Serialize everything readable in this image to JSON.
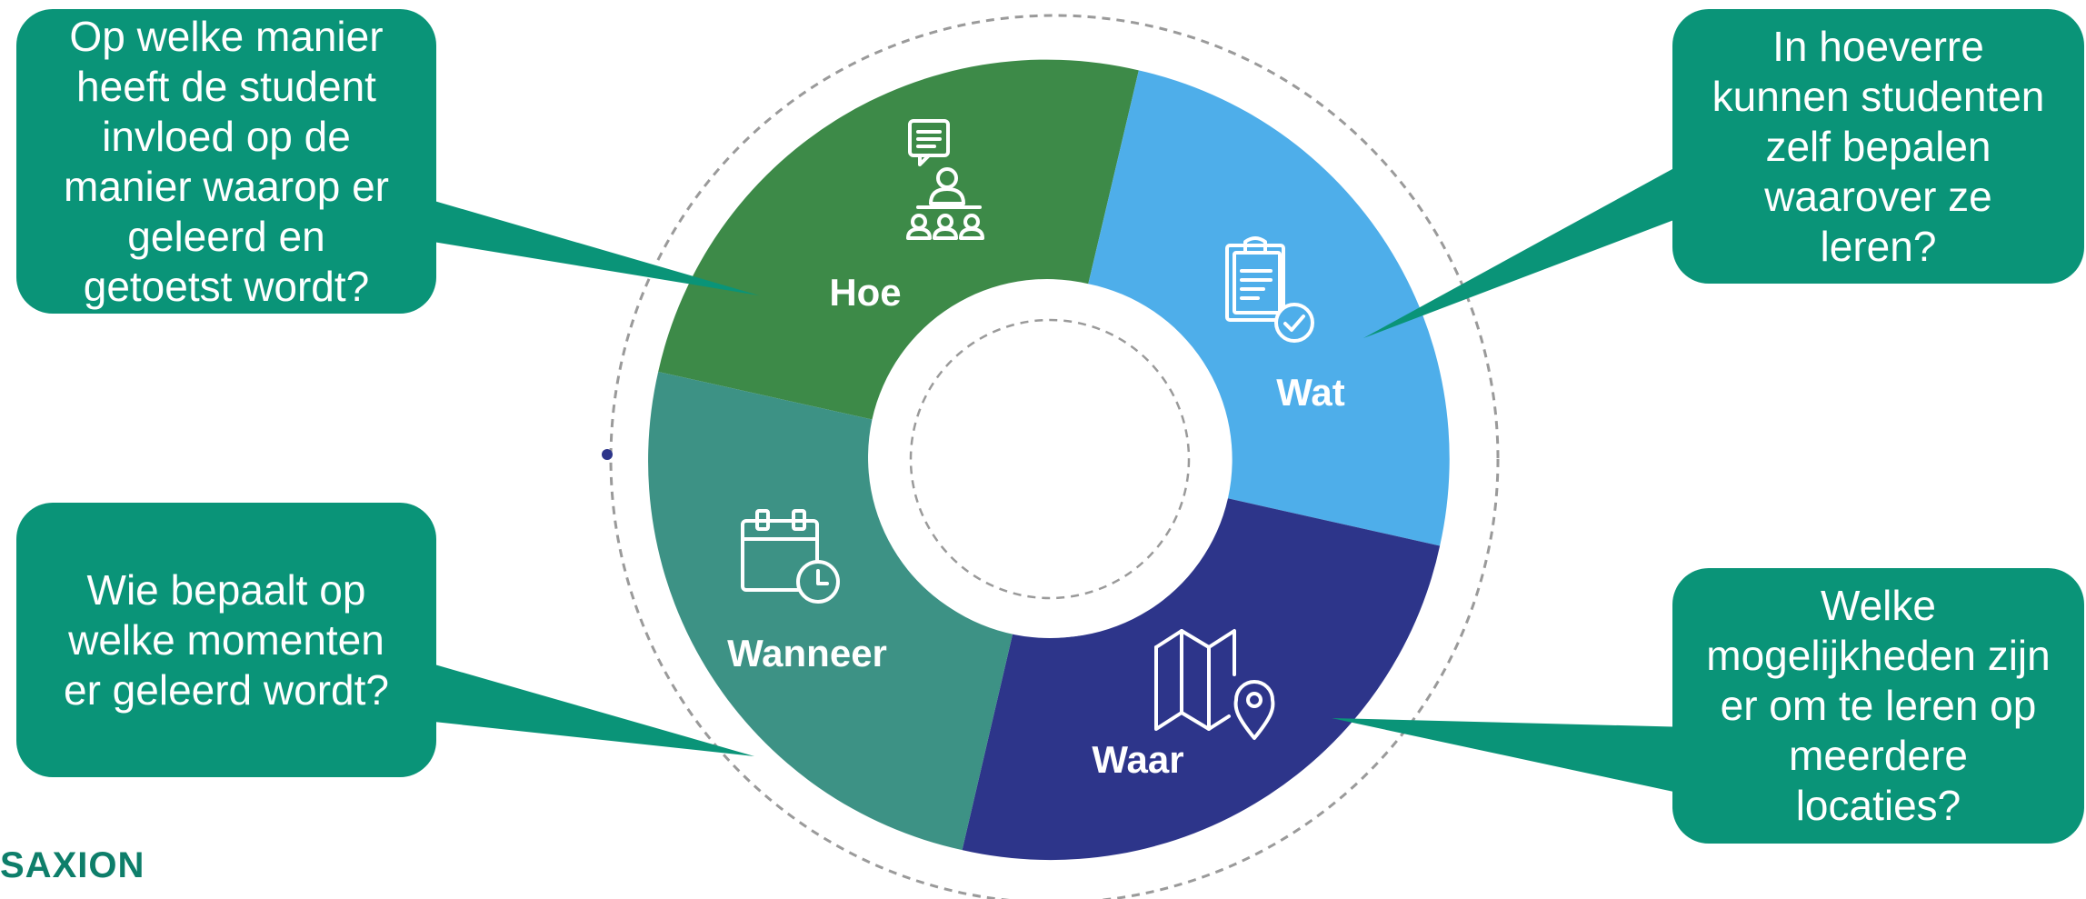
{
  "colors": {
    "callout": "#0a9478",
    "segment_hoe": "#3d8a48",
    "segment_wat": "#4eaeea",
    "segment_waar": "#2d358a",
    "segment_wanneer": "#3d9285",
    "dashed_circle": "#9a9a9a",
    "logo": "#0e7e6a"
  },
  "segments": {
    "hoe": {
      "label": "Hoe",
      "icon": "presenter-audience-icon"
    },
    "wat": {
      "label": "Wat",
      "icon": "clipboard-check-icon"
    },
    "waar": {
      "label": "Waar",
      "icon": "map-pin-icon"
    },
    "wanneer": {
      "label": "Wanneer",
      "icon": "calendar-clock-icon"
    }
  },
  "callouts": {
    "hoe": "Op welke manier\nheeft de student\ninvloed op de\nmanier waarop er\ngeleerd en\ngetoetst wordt?",
    "wat": "In hoeverre\nkunnen studenten\nzelf bepalen\nwaarover ze\nleren?",
    "wanneer": "Wie bepaalt op\nwelke momenten\ner geleerd wordt?",
    "waar": "Welke\nmogelijkheden zijn\ner om te leren op\nmeerdere\nlocaties?"
  },
  "logo": {
    "text": "SAXION"
  }
}
